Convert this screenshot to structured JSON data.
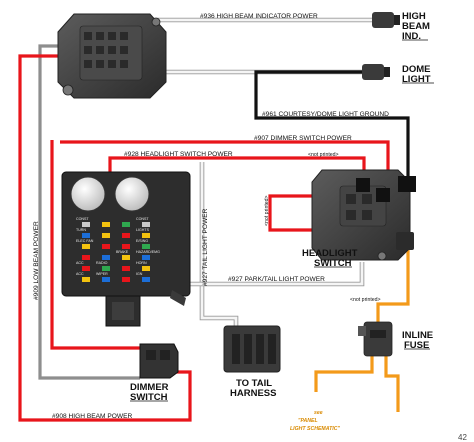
{
  "labels": {
    "high_beam_ind_l1": "HIGH",
    "high_beam_ind_l2": "BEAM",
    "high_beam_ind_l3": "IND.",
    "dome_light_l1": "DOME",
    "dome_light_l2": "LIGHT",
    "headlight_switch_l1": "HEADLIGHT",
    "headlight_switch_l2": "SWITCH",
    "inline_fuse_l1": "INLINE",
    "inline_fuse_l2": "FUSE",
    "dimmer_switch_l1": "DIMMER",
    "dimmer_switch_l2": "SWITCH",
    "tail_harness_l1": "TO TAIL",
    "tail_harness_l2": "HARNESS",
    "see_l1": "see",
    "see_l2": "\"PANEL",
    "see_l3": "LIGHT SCHEMATIC\"",
    "page_number": "42"
  },
  "wires": {
    "w936": "#936 HIGH BEAM INDICATOR POWER",
    "w961": "#961 COURTESY/DOME LIGHT GROUND",
    "w907": "#907 DIMMER SWITCH POWER",
    "w928": "#928 HEADLIGHT SWITCH POWER",
    "w909": "#909 LOW BEAM POWER",
    "w927_tail": "#927 TAIL LIGHT POWER",
    "w927_park": "#927 PARK/TAIL LIGHT POWER",
    "w908": "#908 HIGH BEAM POWER",
    "np_top": "<not printed>",
    "np_side": "<not printed>",
    "np_orange": "<not printed>"
  },
  "fuse_labels": [
    [
      "CONST",
      "",
      "",
      "CONST"
    ],
    [
      "TURN",
      "",
      "",
      "LIGHTS"
    ],
    [
      "ELEC FAN",
      "",
      "",
      "E/SING"
    ],
    [
      "",
      "",
      "BRAKE",
      "HAZARD/EMG"
    ],
    [
      "ACC",
      "RADIO",
      "",
      "HORN"
    ],
    [
      "ACC",
      "WIPER",
      "",
      "IGN"
    ]
  ],
  "colors": {
    "red": "#e8151b",
    "black": "#111111",
    "orange": "#f39a1a",
    "gray": "#8e8e8e",
    "white_wire": "#f5f5f5",
    "component": "#3a3a3a"
  }
}
